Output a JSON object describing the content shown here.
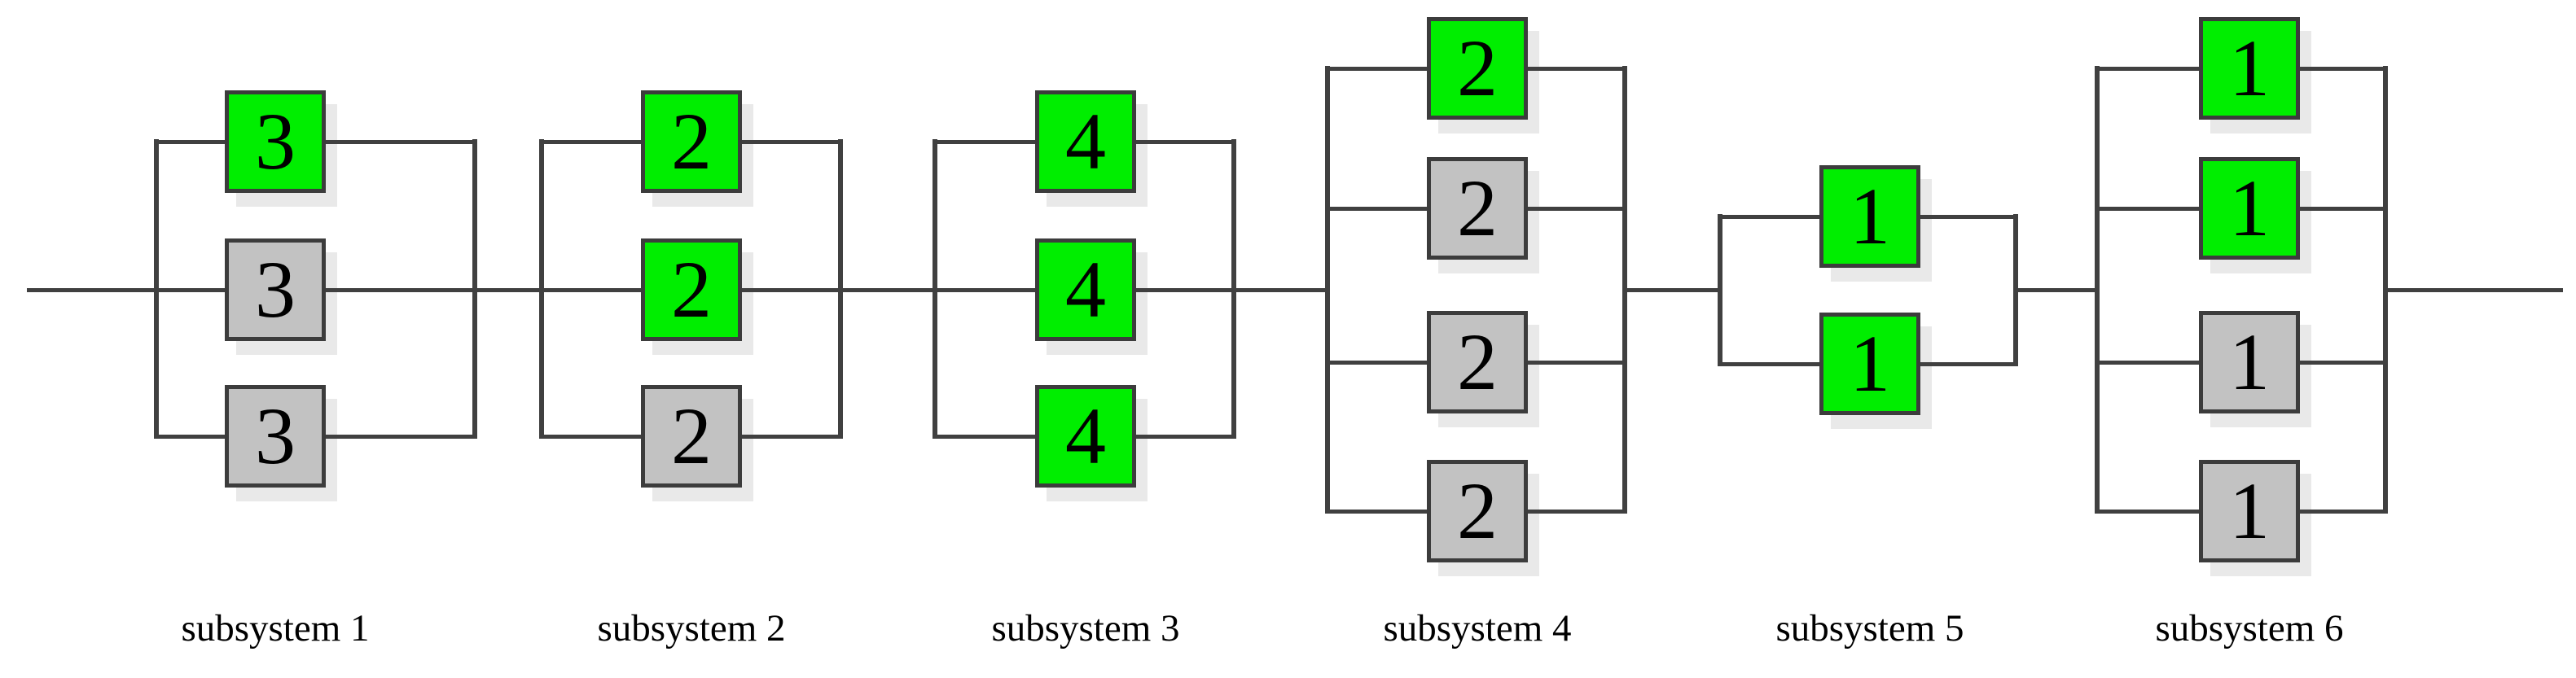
{
  "diagram": {
    "kind": "reliability-block-diagram",
    "colors": {
      "active_fill": "#00EE00",
      "inactive_fill": "#C2C2C2",
      "block_border": "#3C3C3C",
      "line": "#404040",
      "shadow": "#E9E9E9",
      "text": "#000000",
      "background": "#FFFFFF"
    },
    "subsystems": [
      {
        "label": "subsystem 1",
        "blocks": [
          {
            "value": "3",
            "active": true
          },
          {
            "value": "3",
            "active": false
          },
          {
            "value": "3",
            "active": false
          }
        ]
      },
      {
        "label": "subsystem 2",
        "blocks": [
          {
            "value": "2",
            "active": true
          },
          {
            "value": "2",
            "active": true
          },
          {
            "value": "2",
            "active": false
          }
        ]
      },
      {
        "label": "subsystem 3",
        "blocks": [
          {
            "value": "4",
            "active": true
          },
          {
            "value": "4",
            "active": true
          },
          {
            "value": "4",
            "active": true
          }
        ]
      },
      {
        "label": "subsystem 4",
        "blocks": [
          {
            "value": "2",
            "active": true
          },
          {
            "value": "2",
            "active": false
          },
          {
            "value": "2",
            "active": false
          },
          {
            "value": "2",
            "active": false
          }
        ]
      },
      {
        "label": "subsystem 5",
        "blocks": [
          {
            "value": "1",
            "active": true
          },
          {
            "value": "1",
            "active": true
          }
        ]
      },
      {
        "label": "subsystem 6",
        "blocks": [
          {
            "value": "1",
            "active": true
          },
          {
            "value": "1",
            "active": true
          },
          {
            "value": "1",
            "active": false
          },
          {
            "value": "1",
            "active": false
          }
        ]
      }
    ]
  }
}
